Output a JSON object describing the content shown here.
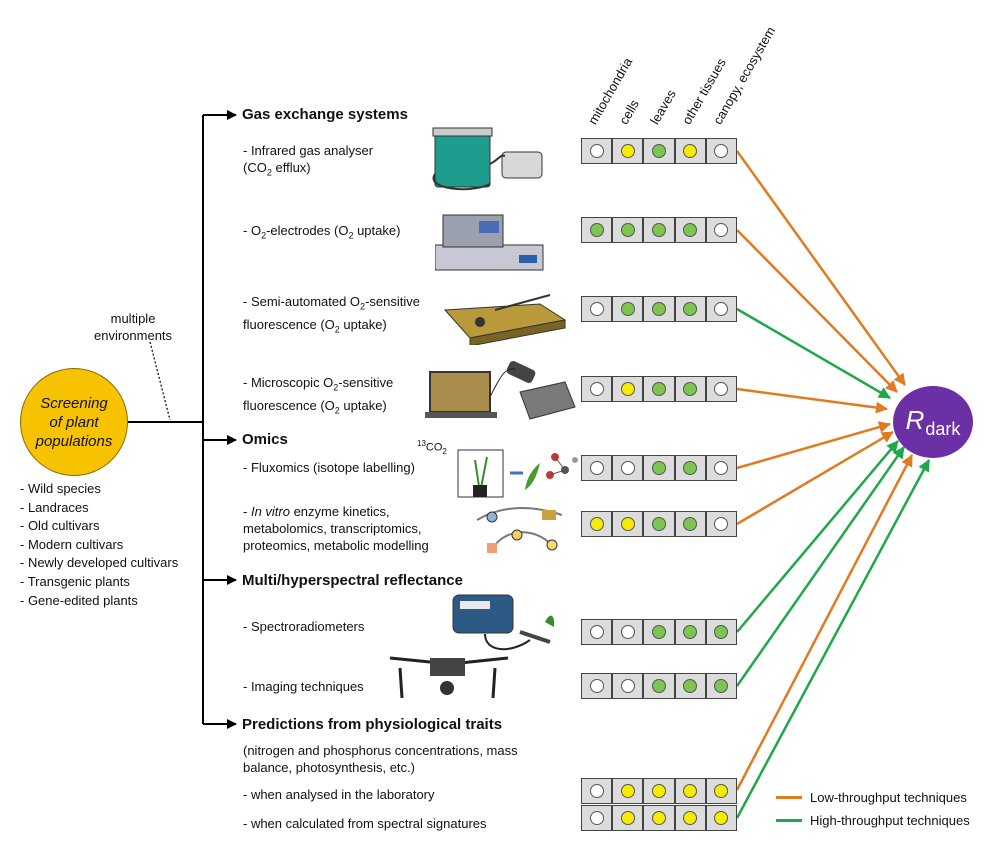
{
  "screening": {
    "line1": "Screening",
    "line2": "of plant",
    "line3": "populations"
  },
  "environments": {
    "line1": "multiple",
    "line2": "environments"
  },
  "populations": [
    "- Wild species",
    "- Landraces",
    "- Old cultivars",
    "- Modern cultivars",
    "- Newly developed cultivars",
    "- Transgenic plants",
    "- Gene-edited plants"
  ],
  "columns": [
    "mitochondria",
    "cells",
    "leaves",
    "other tissues",
    "canopy, ecosystem"
  ],
  "headings": {
    "gas": "Gas exchange systems",
    "omics": "Omics",
    "spectral": "Multi/hyperspectral reflectance",
    "predictions": "Predictions from physiological traits"
  },
  "items": {
    "irga_1": "- Infrared gas analyser",
    "irga_2a": "(CO",
    "irga_2sub": "2",
    "irga_2b": " efflux)",
    "o2e_a": "- O",
    "o2e_sub": "2",
    "o2e_b": "-electrodes (O",
    "o2e_sub2": "2",
    "o2e_c": " uptake)",
    "semi_1a": "- Semi-automated O",
    "semi_1sub": "2",
    "semi_1b": "-sensitive",
    "semi_2a": "fluorescence (O",
    "semi_2sub": "2",
    "semi_2b": " uptake)",
    "micro_1a": "- Microscopic O",
    "micro_1sub": "2",
    "micro_1b": "-sensitive",
    "micro_2a": "fluorescence (O",
    "micro_2sub": "2",
    "micro_2b": " uptake)",
    "flux": "- Fluxomics (isotope labelling)",
    "invitro_a": "- ",
    "invitro_i": "In vitro",
    "invitro_b": " enzyme kinetics,",
    "invitro_2": "metabolomics, transcriptomics,",
    "invitro_3": "proteomics, metabolic modelling",
    "spectro": "-  Spectroradiometers",
    "imaging": "-   Imaging techniques",
    "pred_1": "(nitrogen and phosphorus concentrations, mass",
    "pred_2": "balance, photosynthesis, etc.)",
    "lab": "- when analysed in the laboratory",
    "calc": "- when calculated from spectral signatures"
  },
  "isotope": {
    "sup": "13",
    "base": "CO",
    "sub": "2"
  },
  "rdark": {
    "main": "R",
    "sub": "dark"
  },
  "legend": {
    "low": "Low-throughput techniques",
    "high": "High-throughput techniques"
  },
  "colors": {
    "low": "#e07b22",
    "high": "#1fa84a",
    "green_dot": "#7cc64f",
    "yellow_dot": "#f5ec00",
    "white_dot": "#ffffff"
  },
  "rows": [
    {
      "technique": "Infrared gas analyser",
      "dots": [
        "white",
        "yellow",
        "green",
        "yellow",
        "white"
      ],
      "throughput": "low"
    },
    {
      "technique": "O2-electrodes",
      "dots": [
        "green",
        "green",
        "green",
        "green",
        "white"
      ],
      "throughput": "low"
    },
    {
      "technique": "Semi-automated O2-sensitive fluorescence",
      "dots": [
        "white",
        "green",
        "green",
        "green",
        "white"
      ],
      "throughput": "high"
    },
    {
      "technique": "Microscopic O2-sensitive fluorescence",
      "dots": [
        "white",
        "yellow",
        "green",
        "green",
        "white"
      ],
      "throughput": "low"
    },
    {
      "technique": "Fluxomics",
      "dots": [
        "white",
        "white",
        "green",
        "green",
        "white"
      ],
      "throughput": "low"
    },
    {
      "technique": "In vitro enzyme kinetics",
      "dots": [
        "yellow",
        "yellow",
        "green",
        "green",
        "white"
      ],
      "throughput": "low"
    },
    {
      "technique": "Spectroradiometers",
      "dots": [
        "white",
        "white",
        "green",
        "green",
        "green"
      ],
      "throughput": "high"
    },
    {
      "technique": "Imaging techniques",
      "dots": [
        "white",
        "white",
        "green",
        "green",
        "green"
      ],
      "throughput": "high"
    },
    {
      "technique": "Laboratory analysis",
      "dots": [
        "white",
        "yellow",
        "yellow",
        "yellow",
        "yellow"
      ],
      "throughput": "low"
    },
    {
      "technique": "Spectral signatures",
      "dots": [
        "white",
        "yellow",
        "yellow",
        "yellow",
        "yellow"
      ],
      "throughput": "high"
    }
  ]
}
